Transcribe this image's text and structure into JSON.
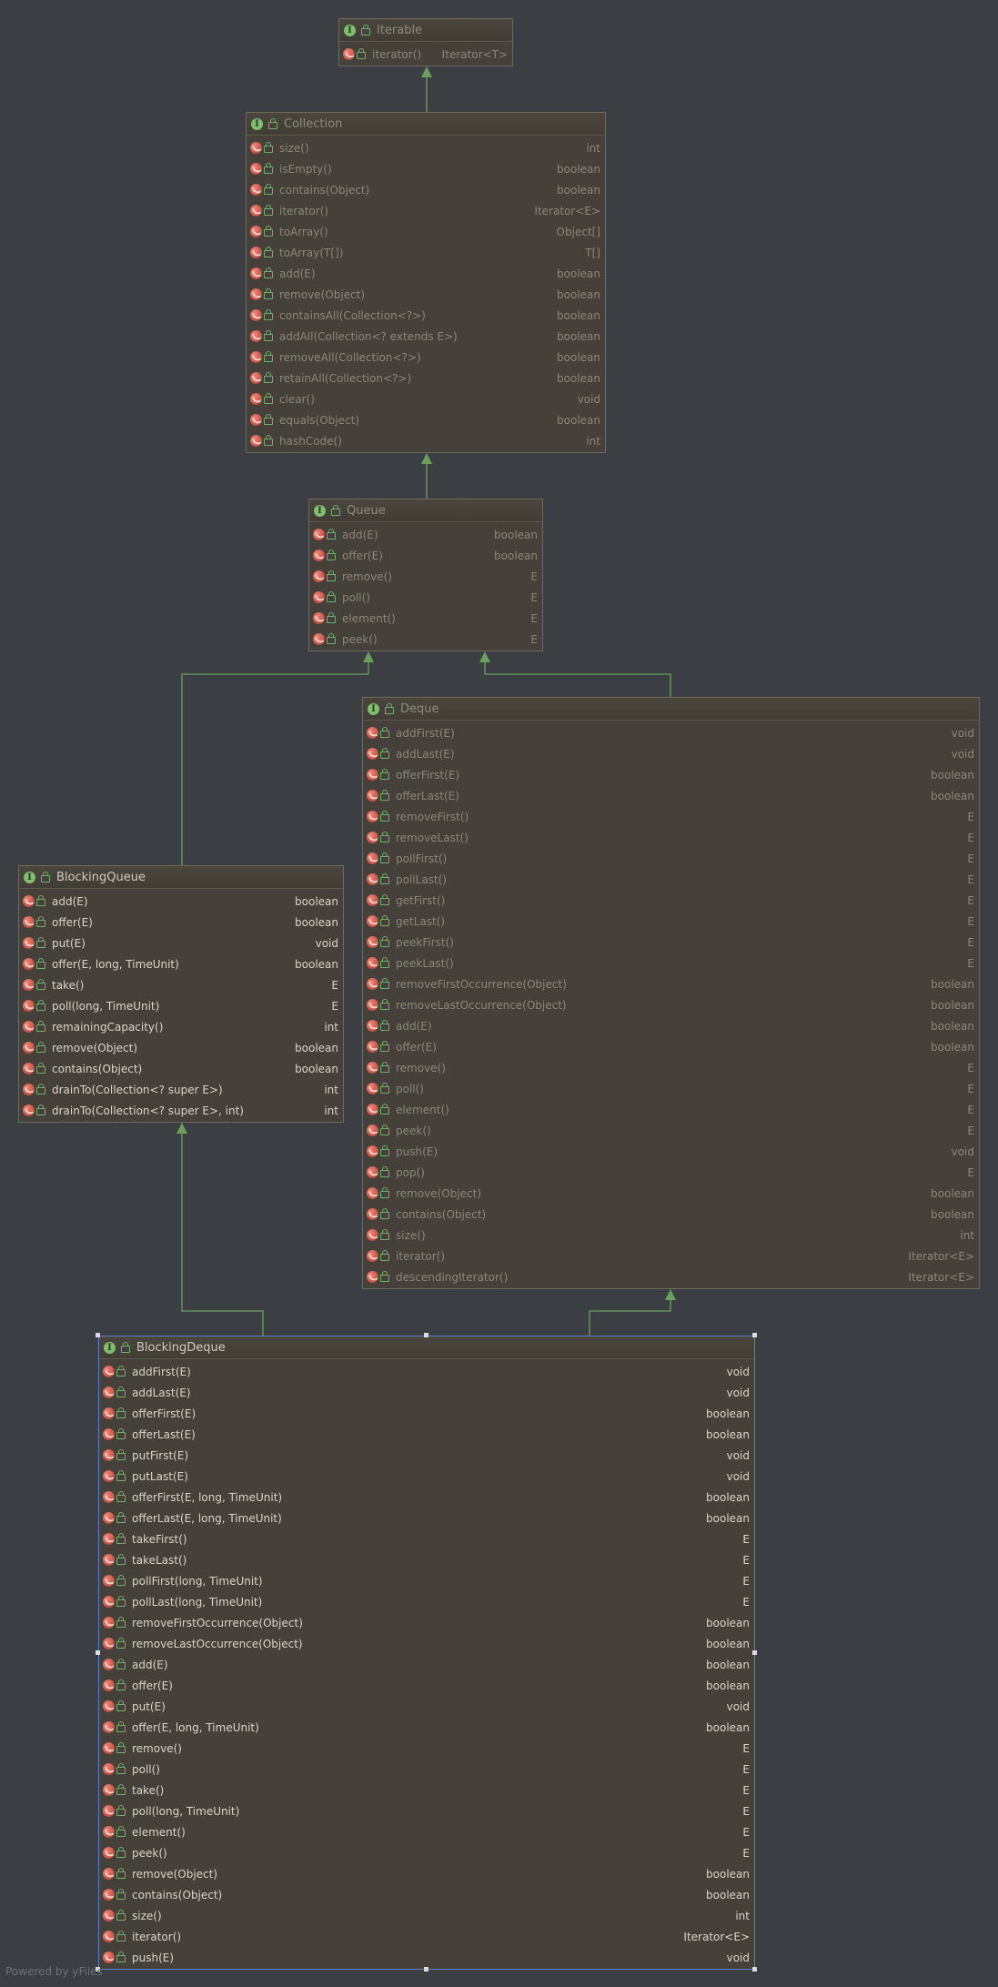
{
  "colors": {
    "background": "#3b3f44",
    "edge": "#6aa05a",
    "node_fill": "#45413a",
    "node_border": "#6b6a5c",
    "selection": "#5a7fc9"
  },
  "nodes": [
    {
      "id": "iterable",
      "name": "Iterable",
      "style": "dim",
      "members": [
        [
          "iterator()",
          "Iterator<T>"
        ]
      ]
    },
    {
      "id": "collection",
      "name": "Collection",
      "style": "dim",
      "members": [
        [
          "size()",
          "int"
        ],
        [
          "isEmpty()",
          "boolean"
        ],
        [
          "contains(Object)",
          "boolean"
        ],
        [
          "iterator()",
          "Iterator<E>"
        ],
        [
          "toArray()",
          "Object[]"
        ],
        [
          "toArray(T[])",
          "T[]"
        ],
        [
          "add(E)",
          "boolean"
        ],
        [
          "remove(Object)",
          "boolean"
        ],
        [
          "containsAll(Collection<?>)",
          "boolean"
        ],
        [
          "addAll(Collection<? extends E>)",
          "boolean"
        ],
        [
          "removeAll(Collection<?>)",
          "boolean"
        ],
        [
          "retainAll(Collection<?>)",
          "boolean"
        ],
        [
          "clear()",
          "void"
        ],
        [
          "equals(Object)",
          "boolean"
        ],
        [
          "hashCode()",
          "int"
        ]
      ]
    },
    {
      "id": "queue",
      "name": "Queue",
      "style": "dim",
      "members": [
        [
          "add(E)",
          "boolean"
        ],
        [
          "offer(E)",
          "boolean"
        ],
        [
          "remove()",
          "E"
        ],
        [
          "poll()",
          "E"
        ],
        [
          "element()",
          "E"
        ],
        [
          "peek()",
          "E"
        ]
      ]
    },
    {
      "id": "deque",
      "name": "Deque",
      "style": "dim",
      "members": [
        [
          "addFirst(E)",
          "void"
        ],
        [
          "addLast(E)",
          "void"
        ],
        [
          "offerFirst(E)",
          "boolean"
        ],
        [
          "offerLast(E)",
          "boolean"
        ],
        [
          "removeFirst()",
          "E"
        ],
        [
          "removeLast()",
          "E"
        ],
        [
          "pollFirst()",
          "E"
        ],
        [
          "pollLast()",
          "E"
        ],
        [
          "getFirst()",
          "E"
        ],
        [
          "getLast()",
          "E"
        ],
        [
          "peekFirst()",
          "E"
        ],
        [
          "peekLast()",
          "E"
        ],
        [
          "removeFirstOccurrence(Object)",
          "boolean"
        ],
        [
          "removeLastOccurrence(Object)",
          "boolean"
        ],
        [
          "add(E)",
          "boolean"
        ],
        [
          "offer(E)",
          "boolean"
        ],
        [
          "remove()",
          "E"
        ],
        [
          "poll()",
          "E"
        ],
        [
          "element()",
          "E"
        ],
        [
          "peek()",
          "E"
        ],
        [
          "push(E)",
          "void"
        ],
        [
          "pop()",
          "E"
        ],
        [
          "remove(Object)",
          "boolean"
        ],
        [
          "contains(Object)",
          "boolean"
        ],
        [
          "size()",
          "int"
        ],
        [
          "iterator()",
          "Iterator<E>"
        ],
        [
          "descendingIterator()",
          "Iterator<E>"
        ]
      ]
    },
    {
      "id": "blockingqueue",
      "name": "BlockingQueue",
      "style": "bright",
      "members": [
        [
          "add(E)",
          "boolean"
        ],
        [
          "offer(E)",
          "boolean"
        ],
        [
          "put(E)",
          "void"
        ],
        [
          "offer(E, long, TimeUnit)",
          "boolean"
        ],
        [
          "take()",
          "E"
        ],
        [
          "poll(long, TimeUnit)",
          "E"
        ],
        [
          "remainingCapacity()",
          "int"
        ],
        [
          "remove(Object)",
          "boolean"
        ],
        [
          "contains(Object)",
          "boolean"
        ],
        [
          "drainTo(Collection<? super E>)",
          "int"
        ],
        [
          "drainTo(Collection<? super E>, int)",
          "int"
        ]
      ]
    },
    {
      "id": "blockingdeque",
      "name": "BlockingDeque",
      "style": "bright",
      "members": [
        [
          "addFirst(E)",
          "void"
        ],
        [
          "addLast(E)",
          "void"
        ],
        [
          "offerFirst(E)",
          "boolean"
        ],
        [
          "offerLast(E)",
          "boolean"
        ],
        [
          "putFirst(E)",
          "void"
        ],
        [
          "putLast(E)",
          "void"
        ],
        [
          "offerFirst(E, long, TimeUnit)",
          "boolean"
        ],
        [
          "offerLast(E, long, TimeUnit)",
          "boolean"
        ],
        [
          "takeFirst()",
          "E"
        ],
        [
          "takeLast()",
          "E"
        ],
        [
          "pollFirst(long, TimeUnit)",
          "E"
        ],
        [
          "pollLast(long, TimeUnit)",
          "E"
        ],
        [
          "removeFirstOccurrence(Object)",
          "boolean"
        ],
        [
          "removeLastOccurrence(Object)",
          "boolean"
        ],
        [
          "add(E)",
          "boolean"
        ],
        [
          "offer(E)",
          "boolean"
        ],
        [
          "put(E)",
          "void"
        ],
        [
          "offer(E, long, TimeUnit)",
          "boolean"
        ],
        [
          "remove()",
          "E"
        ],
        [
          "poll()",
          "E"
        ],
        [
          "take()",
          "E"
        ],
        [
          "poll(long, TimeUnit)",
          "E"
        ],
        [
          "element()",
          "E"
        ],
        [
          "peek()",
          "E"
        ],
        [
          "remove(Object)",
          "boolean"
        ],
        [
          "contains(Object)",
          "boolean"
        ],
        [
          "size()",
          "int"
        ],
        [
          "iterator()",
          "Iterator<E>"
        ],
        [
          "push(E)",
          "void"
        ]
      ]
    }
  ],
  "edges": [
    {
      "from": "collection",
      "to": "iterable"
    },
    {
      "from": "queue",
      "to": "collection"
    },
    {
      "from": "blockingqueue",
      "to": "queue"
    },
    {
      "from": "deque",
      "to": "queue"
    },
    {
      "from": "blockingdeque",
      "to": "blockingqueue"
    },
    {
      "from": "blockingdeque",
      "to": "deque"
    }
  ],
  "footer": "Powered by yFiles"
}
